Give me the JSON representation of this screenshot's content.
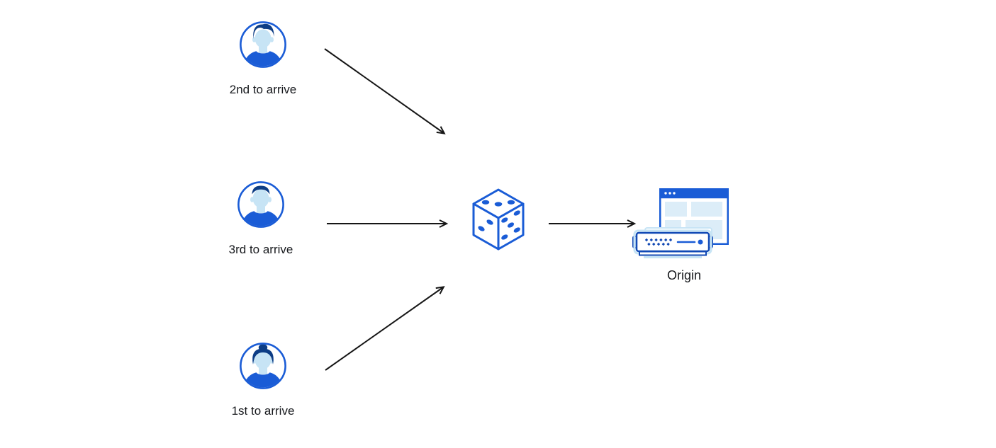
{
  "colors": {
    "blue-primary": "#1A5CD6",
    "blue-server": "#1149B5",
    "blue-navy": "#0D3D85",
    "blue-face": "#C7E4F5",
    "blue-pale": "#DCEDF8",
    "blue-glow": "#C7E4F5",
    "arrow-black": "#161616",
    "text-black": "#17191D"
  },
  "diagram": {
    "clients": [
      {
        "id": "client-2nd",
        "label": "2nd to arrive",
        "icon": "user-avatar-icon"
      },
      {
        "id": "client-3rd",
        "label": "3rd to arrive",
        "icon": "user-avatar-icon"
      },
      {
        "id": "client-1st",
        "label": "1st to arrive",
        "icon": "user-avatar-icon"
      }
    ],
    "balancer": {
      "id": "dice-balancer",
      "icon": "dice-icon"
    },
    "origin": {
      "id": "origin",
      "label": "Origin",
      "icons": [
        "browser-window-icon",
        "server-icon"
      ]
    },
    "edges": [
      {
        "from": "client-2nd",
        "to": "dice-balancer"
      },
      {
        "from": "client-3rd",
        "to": "dice-balancer"
      },
      {
        "from": "client-1st",
        "to": "dice-balancer"
      },
      {
        "from": "dice-balancer",
        "to": "origin"
      }
    ]
  }
}
